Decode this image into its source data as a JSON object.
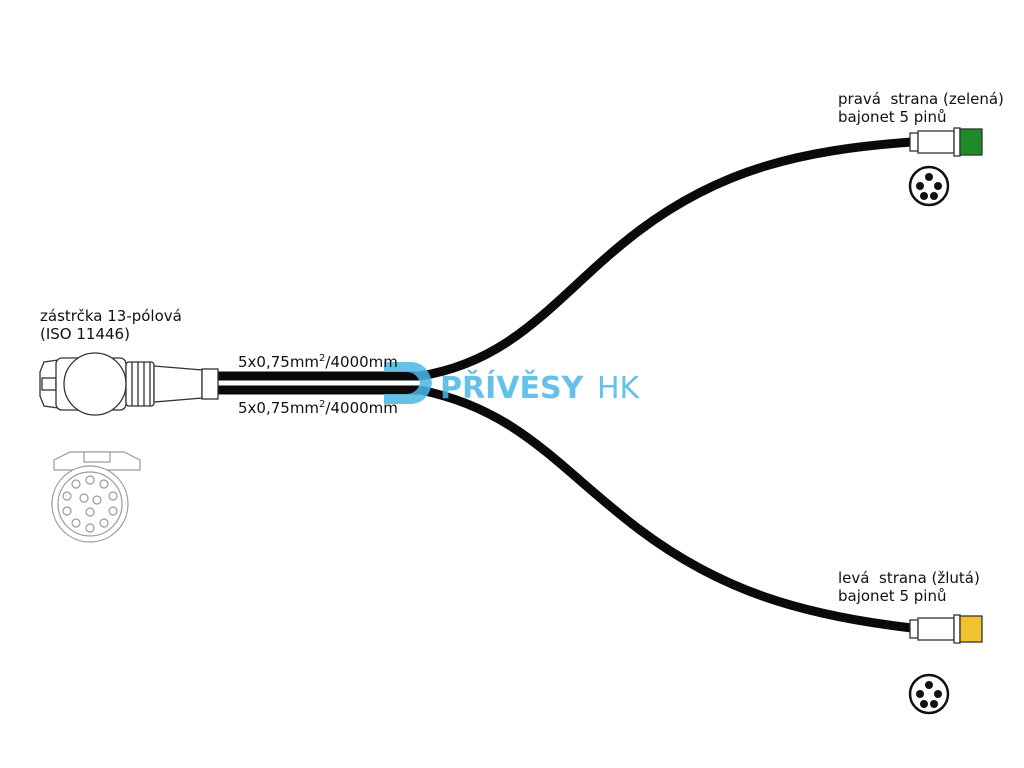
{
  "labels": {
    "plug_line1": "zástrčka 13-pólová",
    "plug_line2": "(ISO 11446)",
    "cable_top": "5x0,75mm",
    "cable_top_sup": "2",
    "cable_top_len": "/4000mm",
    "cable_bottom": "5x0,75mm",
    "cable_bottom_sup": "2",
    "cable_bottom_len": "/4000mm",
    "right_line1": "pravá  strana (zelená)",
    "right_line2": "bajonet 5 pinů",
    "left_line1": "levá  strana (žlutá)",
    "left_line2": "bajonet 5 pinů"
  },
  "watermark": {
    "brand_main": "PŘÍVĚSY",
    "brand_suffix": "HK"
  },
  "colors": {
    "cable": "#0a0a0a",
    "connector_green": "#1f8a2a",
    "connector_yellow": "#f2c12e",
    "watermark": "#4bb7e5",
    "outline": "#333333"
  }
}
